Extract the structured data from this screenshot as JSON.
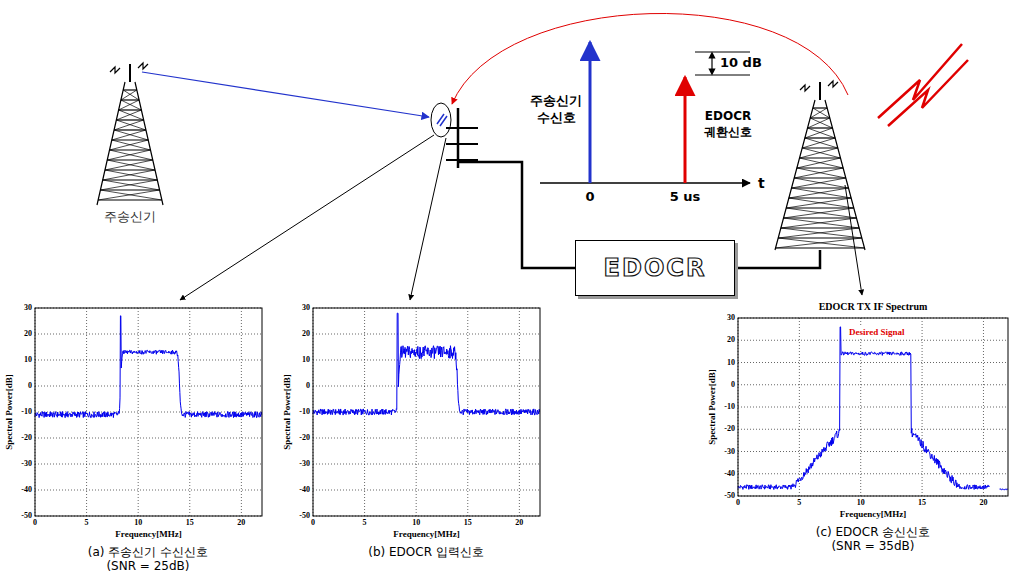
{
  "diagram": {
    "nodes": [
      {
        "text": [
          "EDOCR"
        ]
      }
    ],
    "labels": [
      "주송신기",
      "주송신기 수신호",
      "EDOCR 궤환신호",
      "10 dB",
      "0",
      "5 us",
      "t",
      "30",
      "20",
      "10",
      "0",
      "-10",
      "-20",
      "-30",
      "-40",
      "-50",
      "0",
      "5",
      "10",
      "15",
      "20",
      "Spectral Power[dB]",
      "Frequency[MHz]",
      "(a) 주송신기 수신신호 (SNR = 25dB)",
      "30",
      "20",
      "10",
      "0",
      "-10",
      "-20",
      "-30",
      "-40",
      "-50",
      "0",
      "5",
      "10",
      "15",
      "20",
      "Spectral Power[dB]",
      "Frequency[MHz]",
      "(b) EDOCR 입력신호",
      "EDOCR TX IF Spectrum",
      "Desired Signal",
      "30",
      "20",
      "10",
      "0",
      "-10",
      "-20",
      "-30",
      "-40",
      "-50",
      "0",
      "5",
      "10",
      "15",
      "20",
      "Spectral Power[dB]",
      "Frequency[MHz]",
      "(c) EDOCR 송신신호 (SNR = 35dB)"
    ]
  }
}
